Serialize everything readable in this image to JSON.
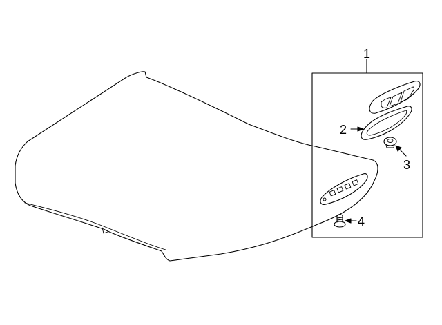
{
  "diagram": {
    "callouts": {
      "c1": "1",
      "c2": "2",
      "c3": "3",
      "c4": "4"
    },
    "colors": {
      "line": "#000000",
      "background": "#ffffff"
    }
  }
}
